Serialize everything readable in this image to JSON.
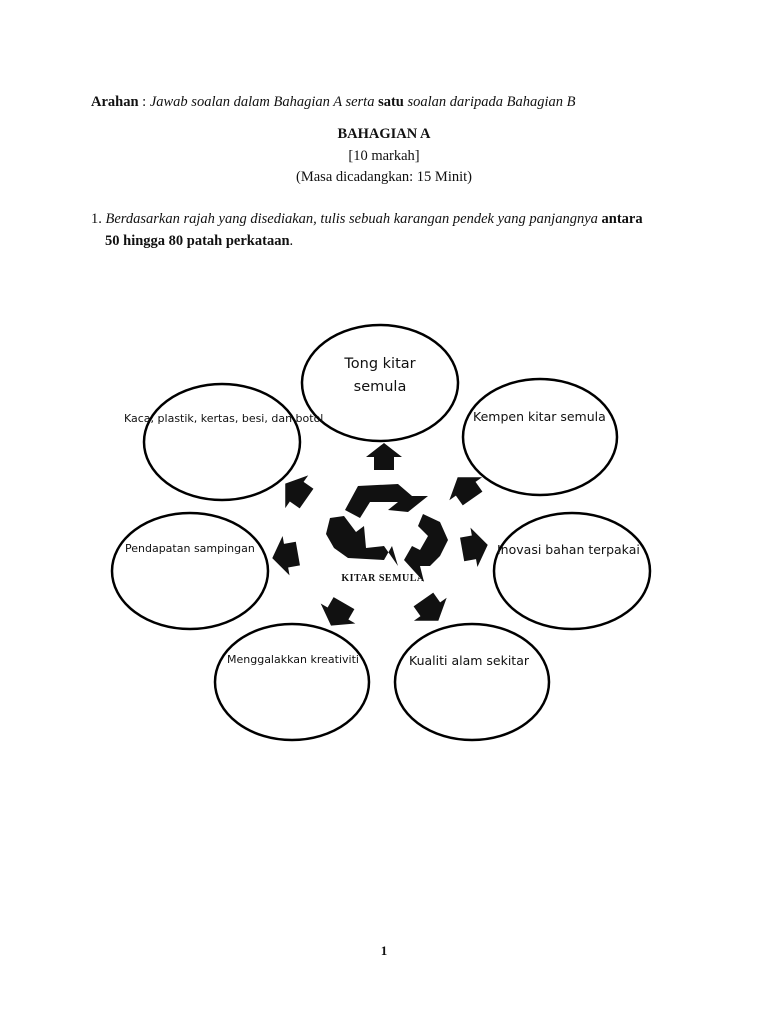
{
  "instruction": {
    "label": "Arahan",
    "colon": " : ",
    "part1": "Jawab soalan dalam Bahagian A serta ",
    "bold": "satu",
    "part2": " soalan daripada Bahagian B"
  },
  "section": {
    "title": "BAHAGIAN A",
    "marks": "[10 markah]",
    "time": "(Masa dicadangkan: 15 Minit)"
  },
  "question": {
    "number": "1. ",
    "italic_text": "Berdasarkan rajah yang disediakan, tulis sebuah karangan pendek yang panjangnya",
    "bold_text_1": " antara",
    "bold_text_2": "50 hingga 80 patah perkataan",
    "end": "."
  },
  "diagram": {
    "center_label": "KITAR SEMULA",
    "nodes": [
      "Tong kitar semula",
      "Kempen kitar semula",
      "Inovasi bahan terpakai",
      "Kualiti alam sekitar",
      "Menggalakkan kreativiti",
      "Pendapatan sampingan",
      "Kaca, plastik, kertas, besi, dan botol"
    ],
    "node_lines": {
      "top_1": "Tong kitar",
      "top_2": "semula"
    }
  },
  "page_number": "1"
}
